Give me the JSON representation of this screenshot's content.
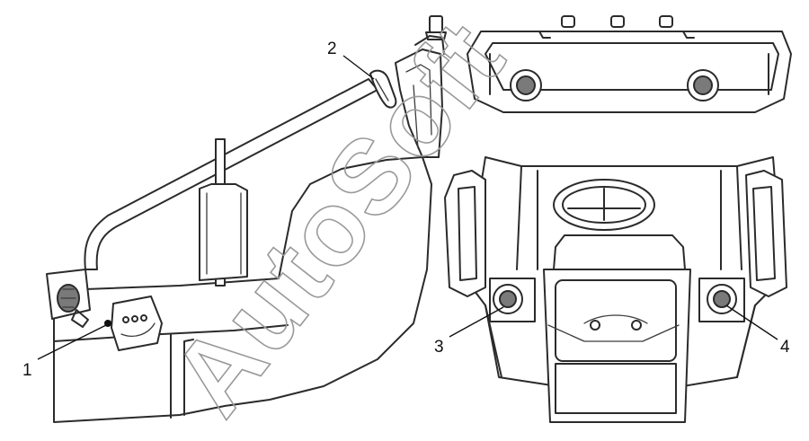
{
  "callouts": {
    "c1": "1",
    "c2": "2",
    "c3": "3",
    "c4": "4"
  },
  "watermark": "AutoSoft",
  "colors": {
    "line": "#2b2b2b",
    "watermark": "#9a9a9a",
    "background": "#ffffff"
  }
}
